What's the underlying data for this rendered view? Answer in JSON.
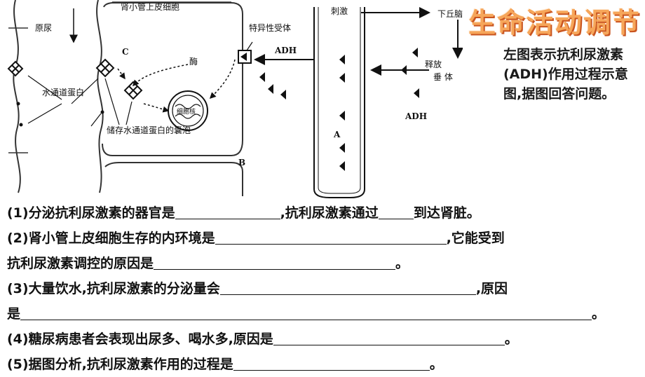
{
  "section_title": "生命活动调节",
  "intro_text": "左图表示抗利尿激素(ADH)作用过程示意图,据图回答问题。",
  "diagram": {
    "labels": {
      "epithelial_cell": "肾小管上皮细胞",
      "primary_urine": "原尿",
      "water_channel_protein": "水通道蛋白",
      "vesicle": "储存水通道蛋白的囊泡",
      "specific_receptor": "特异性受体",
      "enzyme": "酶",
      "nucleus": "细胞核",
      "adh_arrow": "ADH",
      "stimulus": "刺激",
      "hypothalamus": "下丘脑",
      "release": "释放",
      "pituitary": "垂 体",
      "adh_pituitary": "ADH",
      "label_a": "A",
      "label_b": "B",
      "label_c": "C"
    }
  },
  "questions": {
    "q1": {
      "part1": "(1)分泌抗利尿激素的器官是",
      "part2": ",抗利尿激素通过",
      "part3": "到达肾脏。"
    },
    "q2": {
      "part1": "(2)肾小管上皮细胞生存的内环境是",
      "part2": ",它能受到",
      "line2_prefix": "抗利尿激素调控的原因是",
      "line2_end": "。"
    },
    "q3": {
      "part1": "(3)大量饮水,抗利尿激素的分泌量会",
      "part2": ",原因",
      "line2_prefix": "是",
      "line2_end": "。"
    },
    "q4": {
      "part1": "(4)糖尿病患者会表现出尿多、喝水多,原因是",
      "end": "。"
    },
    "q5": {
      "part1": "(5)据图分析,抗利尿激素作用的过程是",
      "end": "。"
    }
  }
}
